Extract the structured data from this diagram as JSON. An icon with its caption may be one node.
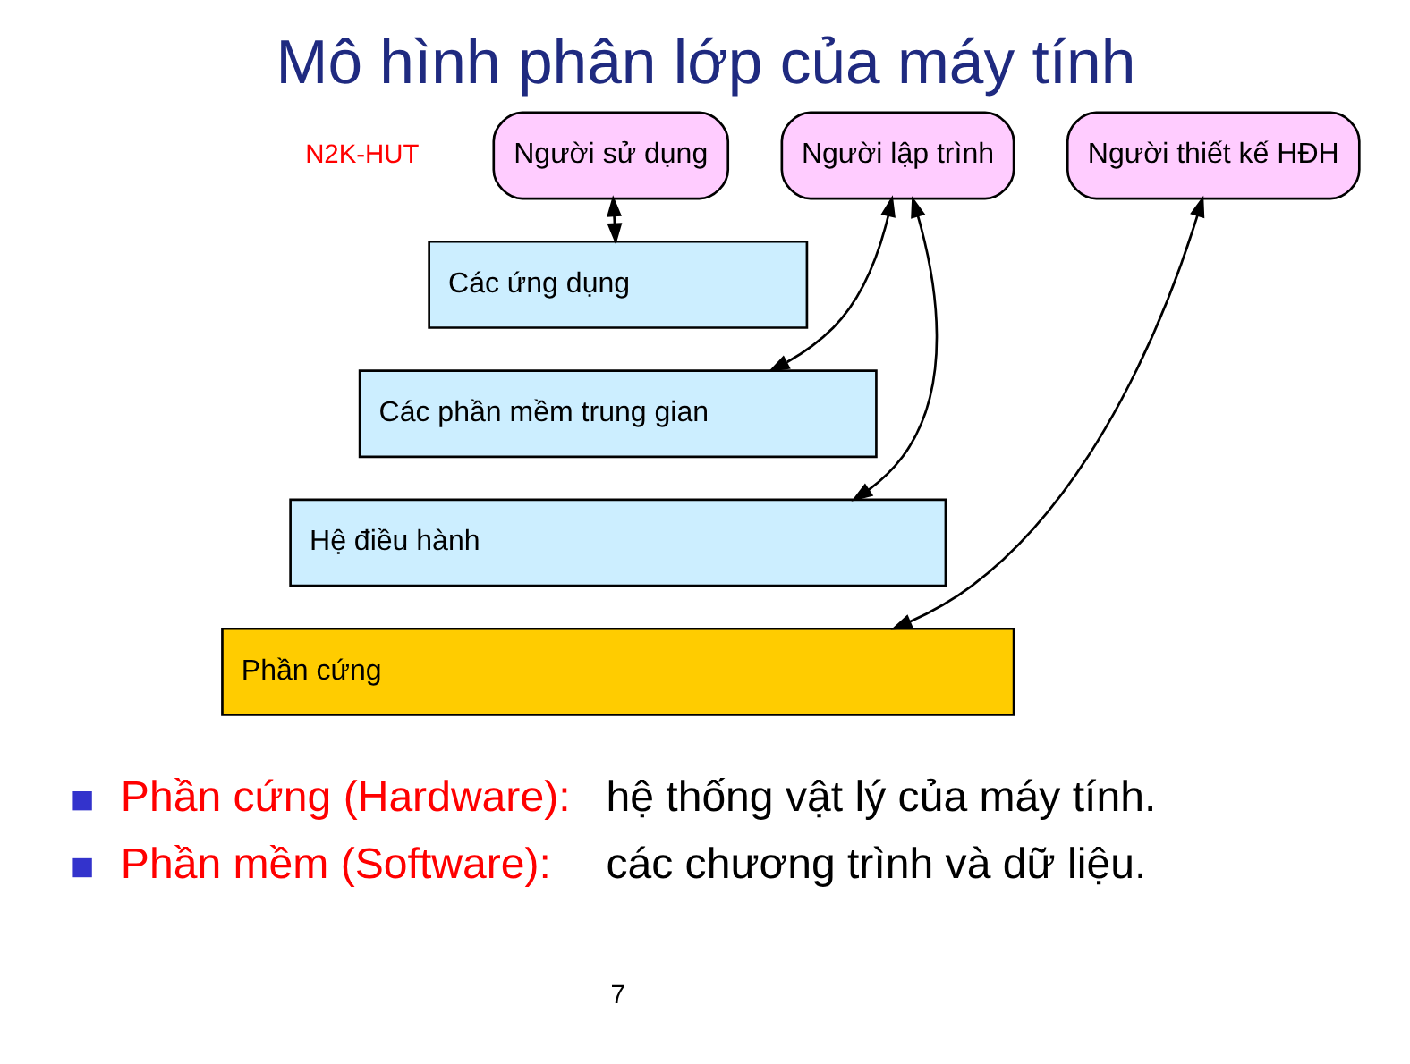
{
  "diagram": {
    "title": "Mô hình phân lớp của máy tính",
    "nodes": [
      {
        "text": [
          "Người sử dụng"
        ]
      },
      {
        "text": [
          "Người lập trình"
        ]
      },
      {
        "text": [
          "Người thiết kế HĐH"
        ]
      },
      {
        "text": [
          "Các ứng dụng"
        ]
      },
      {
        "text": [
          "Các phần mềm trung gian"
        ]
      },
      {
        "text": [
          "Hệ điều hành"
        ]
      },
      {
        "text": [
          "Phần cứng"
        ]
      }
    ],
    "edges": [
      {
        "from": 0,
        "to": 3,
        "arrow": "both"
      },
      {
        "from": 1,
        "to": 4,
        "arrow": "both"
      },
      {
        "from": 1,
        "to": 5,
        "arrow": "both"
      },
      {
        "from": 2,
        "to": 6,
        "arrow": "both"
      }
    ],
    "labels": [
      "N2K-HUT",
      "Phần cứng (Hardware):",
      "hệ thống vật lý của máy tính.",
      "Phần mềm (Software):",
      "các chương trình và dữ liệu.",
      "7"
    ]
  }
}
